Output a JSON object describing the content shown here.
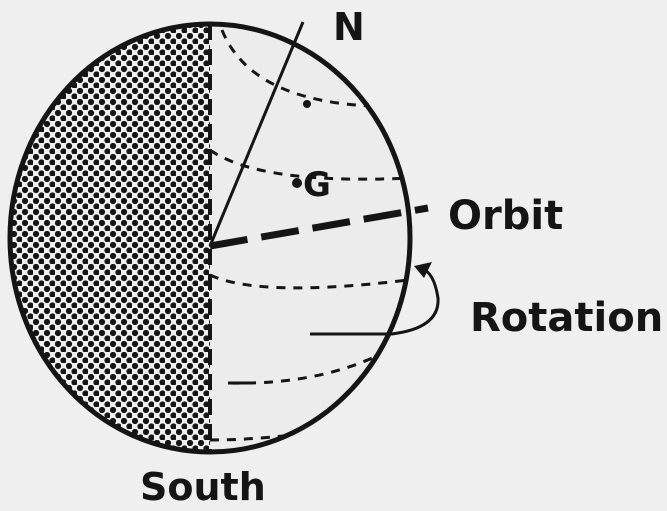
{
  "labels": {
    "north": "N",
    "orbit": "Orbit",
    "rotation": "Rotation",
    "south": "South",
    "point": "G"
  },
  "colors": {
    "ink": "#151515",
    "paper": "#efefef",
    "lit_face": "#ececec"
  }
}
